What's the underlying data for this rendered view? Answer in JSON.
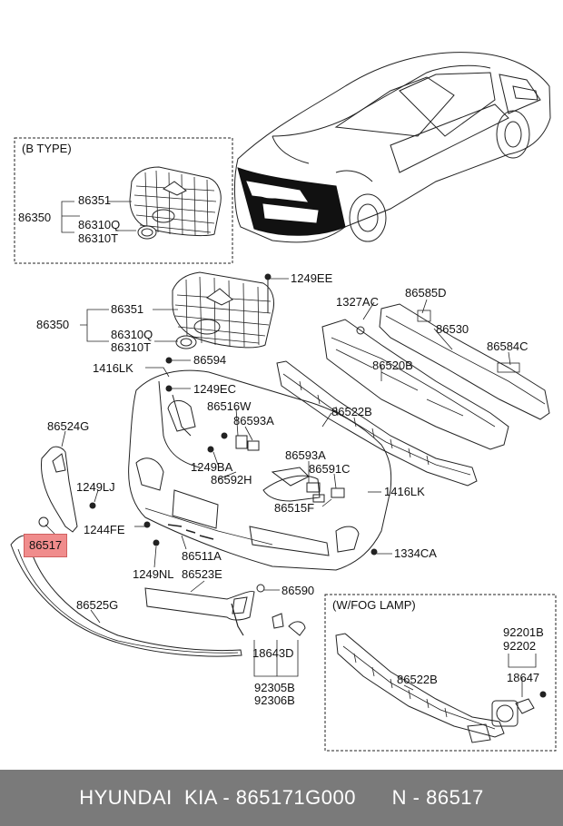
{
  "boxes": {
    "b_type": "(B TYPE)",
    "fog_lamp": "(W/FOG LAMP)"
  },
  "labels": {
    "b86351": "86351",
    "b86350": "86350",
    "b86310Q": "86310Q",
    "b86310T": "86310T",
    "m86351": "86351",
    "m86350": "86350",
    "m86310Q": "86310Q",
    "m86310T": "86310T",
    "p1249EE": "1249EE",
    "p1327AC": "1327AC",
    "p86585D": "86585D",
    "p86530": "86530",
    "p86584C": "86584C",
    "p86594": "86594",
    "p1416LK_a": "1416LK",
    "p1249EC": "1249EC",
    "p86520B": "86520B",
    "p86516W": "86516W",
    "p86593A_a": "86593A",
    "p86522B_a": "86522B",
    "p86524G": "86524G",
    "p1249BA": "1249BA",
    "p86592H": "86592H",
    "p86593A_b": "86593A",
    "p86591C": "86591C",
    "p1249LJ": "1249LJ",
    "p1416LK_b": "1416LK",
    "p86515F": "86515F",
    "p1244FE": "1244FE",
    "p86517": "86517",
    "p86511A": "86511A",
    "p1334CA": "1334CA",
    "p1249NL": "1249NL",
    "p86523E": "86523E",
    "p86590": "86590",
    "p86525G": "86525G",
    "p18643D": "18643D",
    "p92305B": "92305B",
    "p92306B": "92306B",
    "f92201B": "92201B",
    "f92202": "92202",
    "f18647": "18647",
    "f86522B": "86522B"
  },
  "footer": {
    "text": "HYUNDAI  KIA - 865171G000      N - 86517"
  },
  "highlight_color": "#f08c8c"
}
